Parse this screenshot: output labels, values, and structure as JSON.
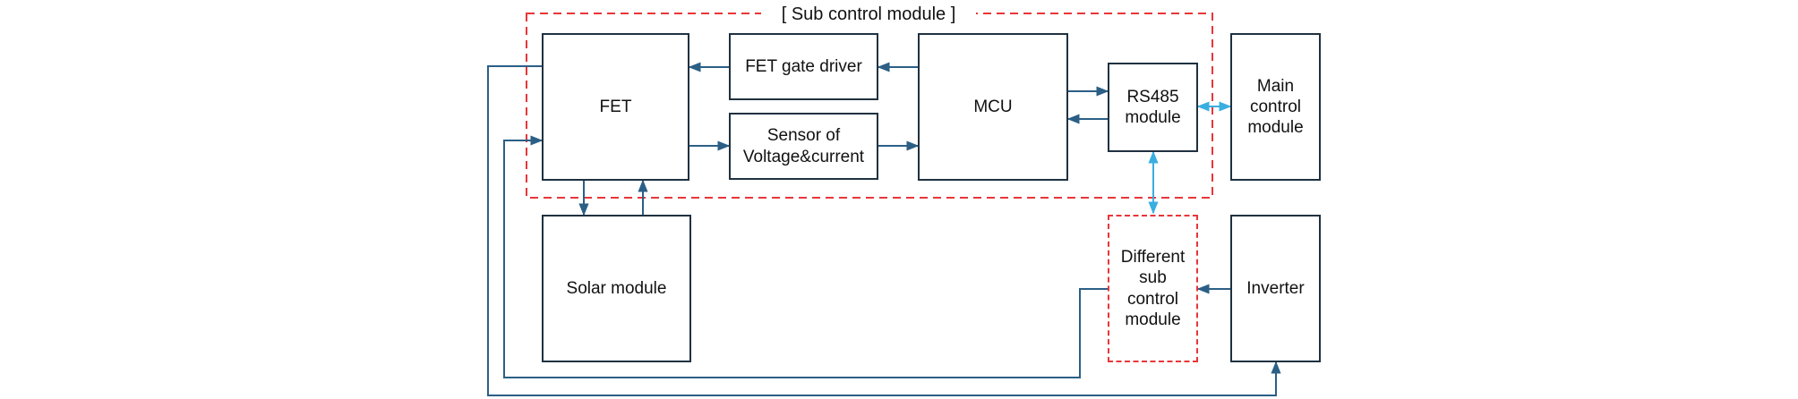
{
  "diagram": {
    "group_title": "[ Sub control module ]",
    "colors": {
      "arrow": "#2b5f86",
      "comm_arrow": "#3aaee0",
      "box_border": "#1f3140",
      "group_border": "#e8363a"
    },
    "blocks": {
      "fet": "FET",
      "fet_gate_driver": "FET gate driver",
      "sensor": "Sensor of\nVoltage&current",
      "mcu": "MCU",
      "rs485": "RS485\nmodule",
      "main_control": "Main\ncontrol\nmodule",
      "solar": "Solar module",
      "different_sub": "Different\nsub\ncontrol\nmodule",
      "inverter": "Inverter"
    }
  }
}
